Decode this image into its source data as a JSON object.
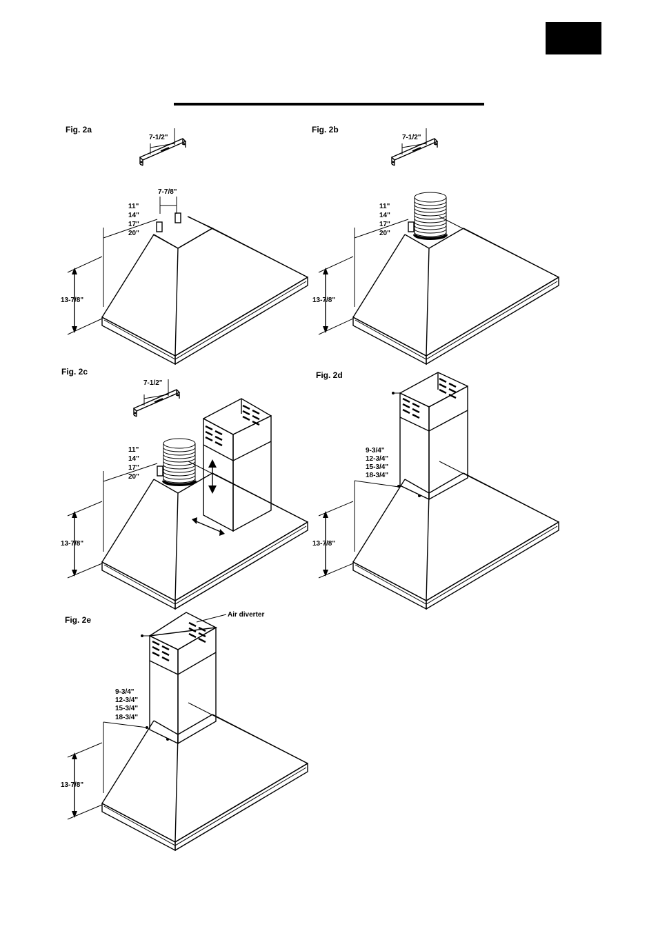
{
  "page": {
    "figures": {
      "fig2a": {
        "label": "Fig. 2a",
        "bracket_width": "7-1/2\"",
        "bracket_spacing": "7-7/8\"",
        "heights": [
          "11\"",
          "14\"",
          "17\"",
          "20\""
        ],
        "hood_height": "13-7/8\""
      },
      "fig2b": {
        "label": "Fig. 2b",
        "bracket_width": "7-1/2\"",
        "heights": [
          "11\"",
          "14\"",
          "17\"",
          "20\""
        ],
        "hood_height": "13-7/8\""
      },
      "fig2c": {
        "label": "Fig. 2c",
        "bracket_width": "7-1/2\"",
        "heights": [
          "11\"",
          "14\"",
          "17\"",
          "20\""
        ],
        "hood_height": "13-7/8\""
      },
      "fig2d": {
        "label": "Fig. 2d",
        "heights": [
          "9-3/4\"",
          "12-3/4\"",
          "15-3/4\"",
          "18-3/4\""
        ],
        "hood_height": "13-7/8\""
      },
      "fig2e": {
        "label": "Fig. 2e",
        "callout": "Air diverter",
        "heights": [
          "9-3/4\"",
          "12-3/4\"",
          "15-3/4\"",
          "18-3/4\""
        ],
        "hood_height": "13-7/8\""
      }
    }
  }
}
